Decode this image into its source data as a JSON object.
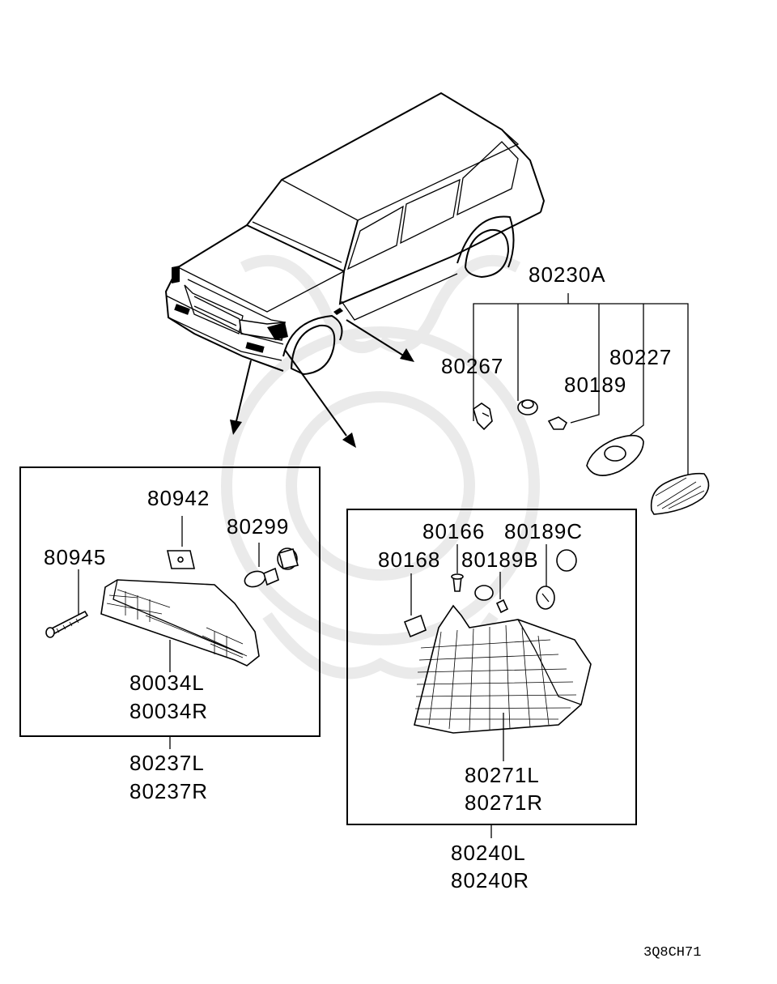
{
  "diagram": {
    "drawing_code": "3Q8CH71",
    "callouts": {
      "p80230A": "80230A",
      "p80267": "80267",
      "p80227": "80227",
      "p80189": "80189",
      "p80942": "80942",
      "p80299": "80299",
      "p80945": "80945",
      "p80034L": "80034L",
      "p80034R": "80034R",
      "p80237L": "80237L",
      "p80237R": "80237R",
      "p80166": "80166",
      "p80189C": "80189C",
      "p80168": "80168",
      "p80189B": "80189B",
      "p80271L": "80271L",
      "p80271R": "80271R",
      "p80240L": "80240L",
      "p80240R": "80240R"
    }
  }
}
